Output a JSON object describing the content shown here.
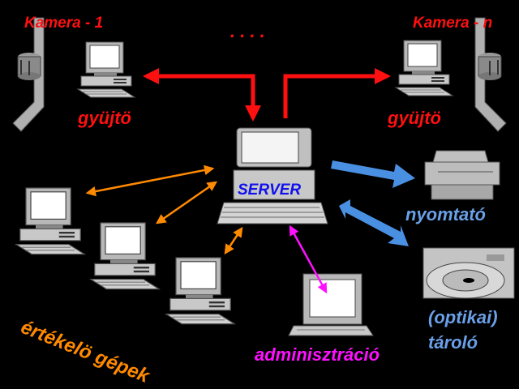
{
  "labels": {
    "camera_1": "Kamera - 1",
    "camera_n": "Kamera - n",
    "ellipsis": ". . . .",
    "collector_1": "gyüjtö",
    "collector_n": "gyüjtö",
    "server": "SERVER",
    "printer": "nyomtató",
    "storage_line1": "(optikai)",
    "storage_line2": "tároló",
    "admin": "adminisztráció",
    "evaluators": "értékelö gépek"
  },
  "colors": {
    "red": "#ff1010",
    "orange": "#ff8a00",
    "blue": "#6aa0e8",
    "magenta": "#ff10ff",
    "server_text": "#1010ee"
  },
  "icons": [
    "camera-icon",
    "computer-icon",
    "server-icon",
    "printer-icon",
    "optical-storage-icon"
  ]
}
